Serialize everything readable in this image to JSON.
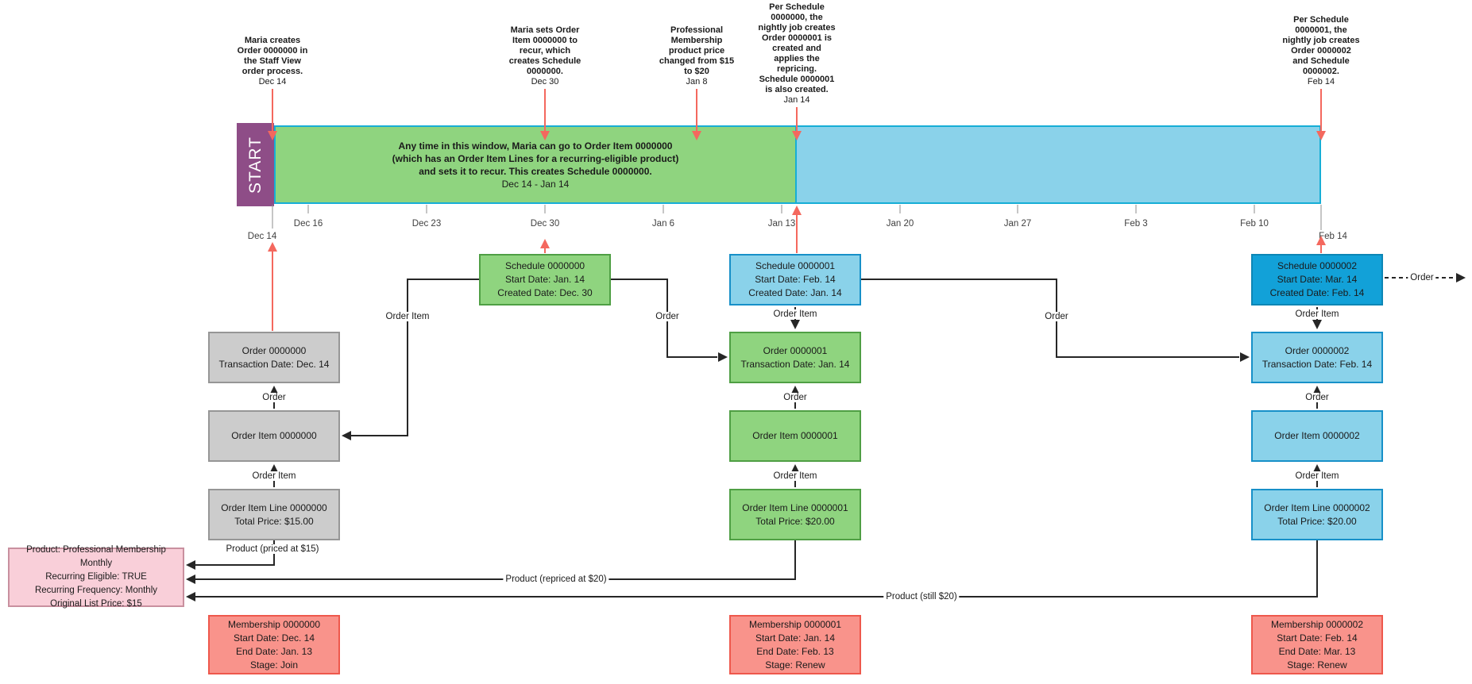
{
  "annotations": [
    {
      "text": "Maria creates\nOrder 0000000 in\nthe Staff View\norder process.",
      "date": "Dec 14"
    },
    {
      "text": "Maria sets Order\nItem 0000000 to\nrecur, which\ncreates Schedule\n0000000.",
      "date": "Dec 30"
    },
    {
      "text": "Professional\nMembership\nproduct price\nchanged from $15\nto $20",
      "date": "Jan 8"
    },
    {
      "text": "Per Schedule\n0000000, the\nnightly job creates\nOrder 0000001 is\ncreated and\napplies the\nrepricing.\nSchedule 0000001\nis also created.",
      "date": "Jan 14"
    },
    {
      "text": "Per Schedule\n0000001, the\nnightly job creates\nOrder 0000002\nand Schedule\n0000002.",
      "date": "Feb 14"
    }
  ],
  "timeline": {
    "start_label": "START",
    "window_text": "Any time in this window, Maria can go to Order Item 0000000\n(which has an Order Item Lines for a recurring-eligible product)\nand sets it to recur. This creates Schedule 0000000.",
    "window_dates": "Dec 14 - Jan 14",
    "ticks": [
      "Dec 16",
      "Dec 23",
      "Dec 30",
      "Jan 6",
      "Jan 13",
      "Jan 20",
      "Jan 27",
      "Feb 3",
      "Feb 10"
    ],
    "start_date": "Dec 14",
    "end_date": "Feb 14"
  },
  "nodes": {
    "schedule_0": {
      "text": "Schedule 0000000\nStart Date: Jan. 14\nCreated Date: Dec. 30"
    },
    "schedule_1": {
      "text": "Schedule 0000001\nStart Date: Feb. 14\nCreated Date: Jan. 14"
    },
    "schedule_2": {
      "text": "Schedule 0000002\nStart Date: Mar. 14\nCreated Date: Feb. 14"
    },
    "order_0": {
      "text": "Order 0000000\nTransaction Date: Dec. 14"
    },
    "order_1": {
      "text": "Order 0000001\nTransaction Date: Jan. 14"
    },
    "order_2": {
      "text": "Order 0000002\nTransaction Date: Feb. 14"
    },
    "order_item_0": {
      "text": "Order Item 0000000"
    },
    "order_item_1": {
      "text": "Order Item 0000001"
    },
    "order_item_2": {
      "text": "Order Item 0000002"
    },
    "order_item_line_0": {
      "text": "Order Item Line 0000000\nTotal Price: $15.00"
    },
    "order_item_line_1": {
      "text": "Order Item Line 0000001\nTotal Price: $20.00"
    },
    "order_item_line_2": {
      "text": "Order Item Line 0000002\nTotal Price: $20.00"
    },
    "product": {
      "text": "Product: Professional Membership Monthly\nRecurring Eligible: TRUE\nRecurring Frequency: Monthly\nOriginal List Price: $15"
    },
    "membership_0": {
      "text": "Membership 0000000\nStart Date: Dec. 14\nEnd Date: Jan. 13\nStage: Join"
    },
    "membership_1": {
      "text": "Membership 0000001\nStart Date: Jan. 14\nEnd Date: Feb. 13\nStage: Renew"
    },
    "membership_2": {
      "text": "Membership 0000002\nStart Date: Feb. 14\nEnd Date: Mar. 13\nStage: Renew"
    }
  },
  "edge_labels": {
    "order": "Order",
    "order_item": "Order Item",
    "product_priced": "Product (priced at $15)",
    "product_repriced": "Product (repriced at $20)",
    "product_still": "Product (still $20)"
  },
  "colors": {
    "green": "#8fd47f",
    "sky_blue": "#8ad2ea",
    "deep_blue": "#12a1d8",
    "gray": "#cccccc",
    "pink": "#f9cfd9",
    "salmon": "#f9938b",
    "purple": "#8e4d87",
    "red_arrow": "#f4685e",
    "cyan_border": "#16aed6"
  }
}
